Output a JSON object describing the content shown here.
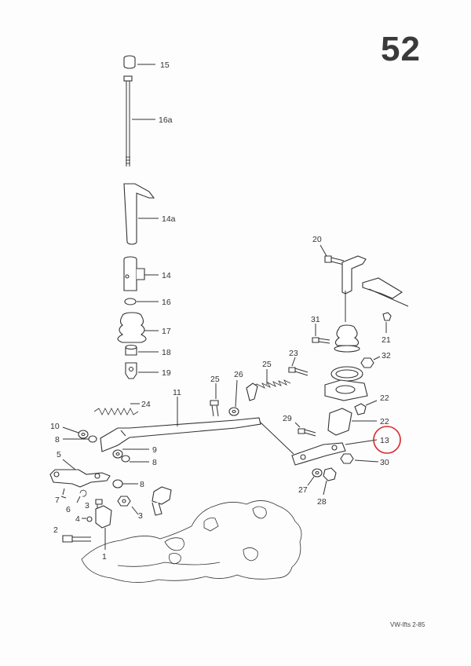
{
  "page_number": "52",
  "footer_code": "VW-Ifts  2-85",
  "callouts": [
    "1",
    "2",
    "3",
    "3",
    "4",
    "5",
    "6",
    "7",
    "8",
    "8",
    "8",
    "9",
    "10",
    "11",
    "13",
    "14",
    "14a",
    "15",
    "16",
    "16a",
    "17",
    "18",
    "19",
    "20",
    "21",
    "22",
    "23",
    "24",
    "25",
    "25",
    "26",
    "27",
    "27",
    "28",
    "29",
    "30",
    "31",
    "32"
  ],
  "highlight": {
    "label": "13",
    "color": "#d9272e"
  }
}
